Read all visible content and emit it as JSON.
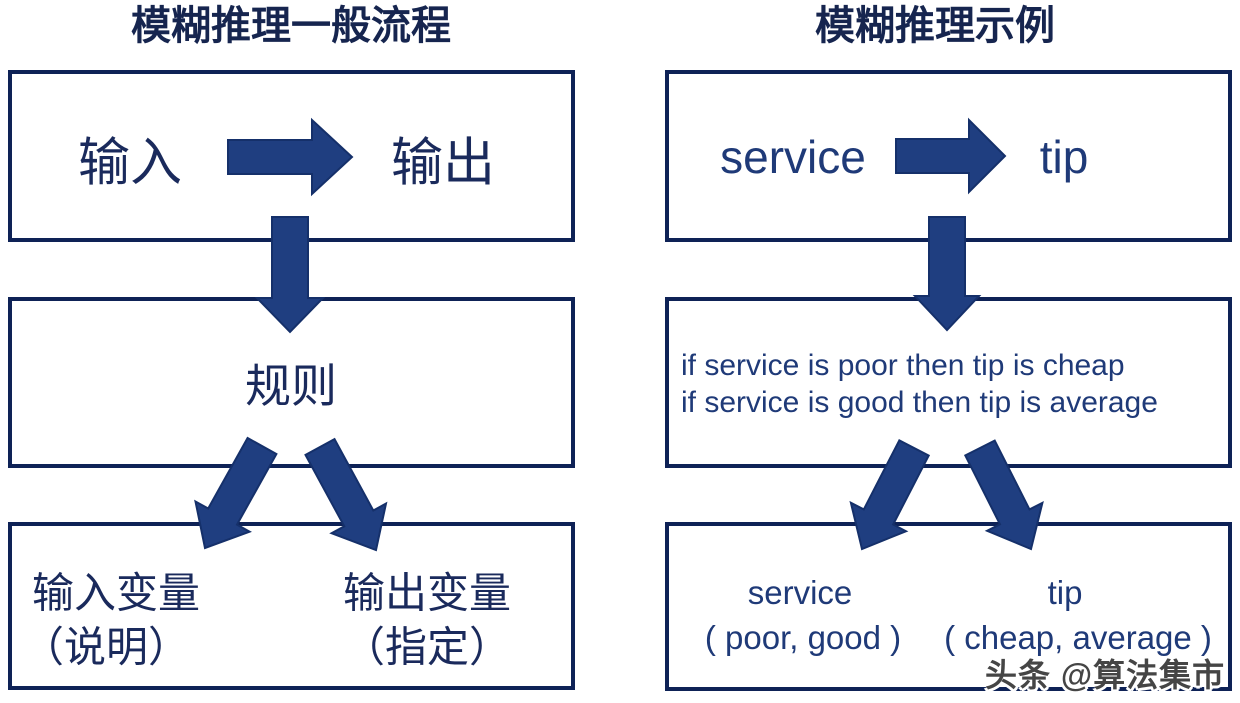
{
  "colors": {
    "box_border": "#0e2256",
    "arrow_fill": "#1f3e80",
    "arrow_stroke": "#15306a",
    "text_chinese": "#1a2a5c",
    "text_latin": "#1f3a78",
    "title": "#16254f",
    "watermark": "#454545",
    "background": "#ffffff"
  },
  "left_panel": {
    "title": "模糊推理一般流程",
    "io_box": {
      "input_label": "输入",
      "output_label": "输出"
    },
    "rules_box": {
      "label": "规则"
    },
    "variables_box": {
      "input_var": {
        "name": "输入变量",
        "note": "（说明）"
      },
      "output_var": {
        "name": "输出变量",
        "note": "（指定）"
      }
    }
  },
  "right_panel": {
    "title": "模糊推理示例",
    "io_box": {
      "input_label": "service",
      "output_label": "tip"
    },
    "rules_box": {
      "lines": [
        "if service is poor then tip is cheap",
        "if service is good then tip is average"
      ]
    },
    "variables_box": {
      "input_var": {
        "name": "service",
        "note": "( poor, good )"
      },
      "output_var": {
        "name": "tip",
        "note": "( cheap, average )"
      }
    }
  },
  "watermark": "头条 @算法集市"
}
